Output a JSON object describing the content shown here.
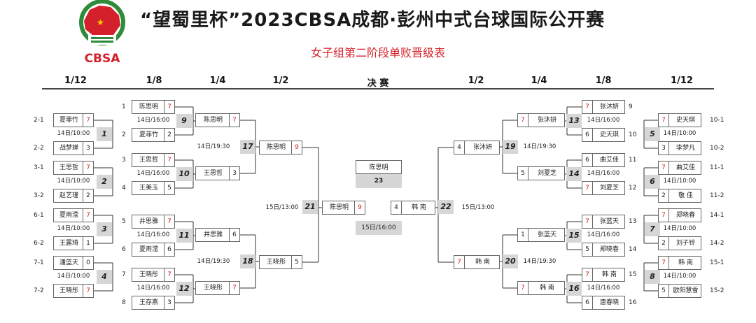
{
  "header": {
    "title": "“望蜀里杯”2023CBSA成都·彭州中式台球国际公开赛",
    "subtitle": "女子组第二阶段单败晋级表",
    "logo_text": "CBSA"
  },
  "rounds": [
    "1/12",
    "1/8",
    "1/4",
    "1/2",
    "决 赛",
    "1/2",
    "1/4",
    "1/8",
    "1/12"
  ],
  "left": {
    "r12": [
      {
        "tag_a": "2-1",
        "tag_b": "2-2",
        "a": "夏菲竹",
        "as": "7",
        "b": "战梦婵",
        "bs": "3",
        "time": "14日/10:00",
        "m": "1"
      },
      {
        "tag_a": "3-1",
        "tag_b": "3-2",
        "a": "王思哲",
        "as": "7",
        "b": "赵艺瑾",
        "bs": "2",
        "time": "14日/10:00",
        "m": "2"
      },
      {
        "tag_a": "6-1",
        "tag_b": "6-2",
        "a": "夏雨滢",
        "as": "7",
        "b": "王露琦",
        "bs": "1",
        "time": "14日/10:00",
        "m": "3"
      },
      {
        "tag_a": "7-1",
        "tag_b": "7-2",
        "a": "潘蓝天",
        "as": "0",
        "b": "王晓彤",
        "bs": "7",
        "time": "14日/10:00",
        "m": "4"
      }
    ],
    "r8": [
      {
        "sa": "1",
        "sb": "2",
        "a": "陈思明",
        "as": "7",
        "b": "夏菲竹",
        "bs": "2",
        "time": "14日/16:00",
        "m": "9"
      },
      {
        "sa": "3",
        "sb": "4",
        "a": "王思哲",
        "as": "7",
        "b": "王美玉",
        "bs": "5",
        "time": "14日/16:00",
        "m": "10"
      },
      {
        "sa": "5",
        "sb": "6",
        "a": "井思雅",
        "as": "7",
        "b": "夏雨滢",
        "bs": "6",
        "time": "14日/16:00",
        "m": "11"
      },
      {
        "sa": "7",
        "sb": "8",
        "a": "王晓彤",
        "as": "7",
        "b": "王存燕",
        "bs": "3",
        "time": "14日/16:00",
        "m": "12"
      }
    ],
    "r4": [
      {
        "a": "陈思明",
        "as": "7",
        "b": "王思哲",
        "bs": "3",
        "time": "14日/19:30",
        "m": "17"
      },
      {
        "a": "井思雅",
        "as": "6",
        "b": "王晓彤",
        "bs": "7",
        "time": "14日/19:30",
        "m": "18"
      }
    ],
    "semi": {
      "a": "陈思明",
      "as": "9",
      "b": "王晓彤",
      "bs": "5",
      "time": "15日/13:00",
      "m": "21"
    }
  },
  "final": {
    "left": {
      "name": "陈思明",
      "score": "9"
    },
    "right": {
      "name": "韩 南",
      "score": "4"
    },
    "champion": "陈思明",
    "match": "23",
    "time": "15日/16:00"
  },
  "right": {
    "r12": [
      {
        "tag_a": "10-1",
        "tag_b": "10-2",
        "a": "史天琪",
        "as": "7",
        "b": "李梦凡",
        "bs": "3",
        "time": "14日/10:00",
        "m": "5"
      },
      {
        "tag_a": "11-1",
        "tag_b": "11-2",
        "a": "曲艾佳",
        "as": "7",
        "b": "敬 佳",
        "bs": "2",
        "time": "14日/10:00",
        "m": "6"
      },
      {
        "tag_a": "14-1",
        "tag_b": "14-2",
        "a": "郑晓春",
        "as": "7",
        "b": "刘子铃",
        "bs": "2",
        "time": "14日/10:00",
        "m": "7"
      },
      {
        "tag_a": "15-1",
        "tag_b": "15-2",
        "a": "韩 南",
        "as": "7",
        "b": "欧阳慧雪",
        "bs": "5",
        "time": "14日/10:00",
        "m": "8"
      }
    ],
    "r8": [
      {
        "sa": "9",
        "sb": "10",
        "a": "张沐妍",
        "as": "7",
        "b": "史天琪",
        "bs": "6",
        "time": "14日/16:00",
        "m": "13"
      },
      {
        "sa": "11",
        "sb": "12",
        "a": "曲艾佳",
        "as": "6",
        "b": "刘夏芝",
        "bs": "7",
        "time": "14日/16:00",
        "m": "14"
      },
      {
        "sa": "13",
        "sb": "14",
        "a": "张蓝天",
        "as": "7",
        "b": "郑晓春",
        "bs": "5",
        "time": "14日/16:00",
        "m": "15"
      },
      {
        "sa": "15",
        "sb": "16",
        "a": "韩 南",
        "as": "7",
        "b": "唐春晓",
        "bs": "6",
        "time": "14日/16:00",
        "m": "16"
      }
    ],
    "r4": [
      {
        "a": "张沐妍",
        "as": "7",
        "b": "刘夏芝",
        "bs": "5",
        "time": "14日/19:30",
        "m": "19"
      },
      {
        "a": "张蓝天",
        "as": "1",
        "b": "韩 南",
        "bs": "7",
        "time": "14日/19:30",
        "m": "20"
      }
    ],
    "semi": {
      "a": "张沐妍",
      "as": "4",
      "b": "韩 南",
      "bs": "7",
      "time": "15日/13:00",
      "m": "22"
    }
  },
  "colors": {
    "title": "#1a1a1a",
    "subtitle": "#d4202a",
    "winner_score": "#d42020",
    "match_box": "#d6d6d6",
    "logo_red": "#d4202a",
    "logo_green": "#2e8b3a"
  }
}
